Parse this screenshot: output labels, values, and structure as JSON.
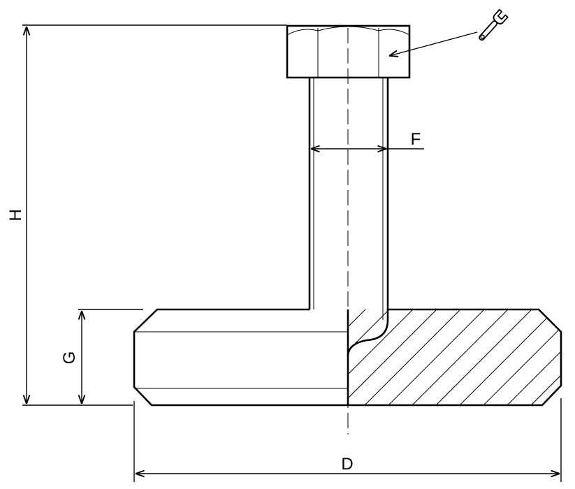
{
  "dimensions": {
    "height_label": "H",
    "diameter_label": "D",
    "base_height_label": "G",
    "stem_diameter_label": "F"
  },
  "icons": {
    "wrench": "wrench-icon"
  }
}
